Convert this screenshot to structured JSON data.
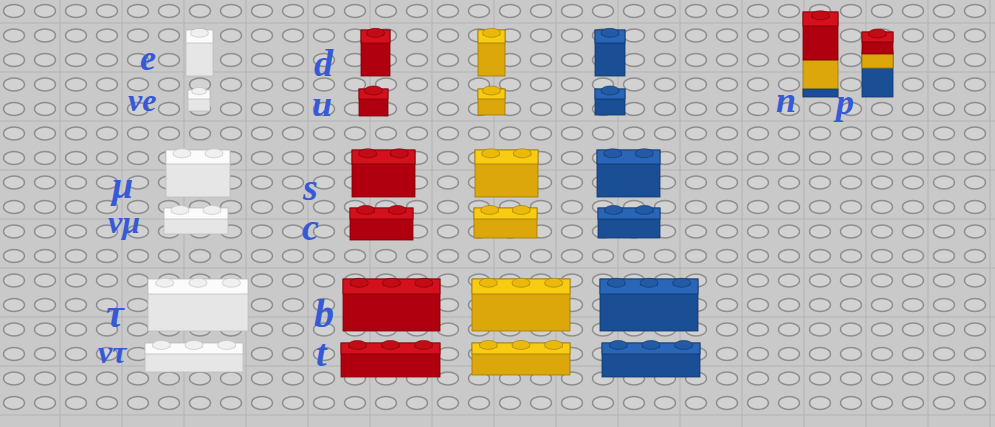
{
  "diagram": {
    "labels": [
      "e",
      "d",
      "n",
      "p",
      "νe",
      "u",
      "μ",
      "s",
      "νμ",
      "c",
      "τ",
      "b",
      "ντ",
      "t"
    ]
  }
}
